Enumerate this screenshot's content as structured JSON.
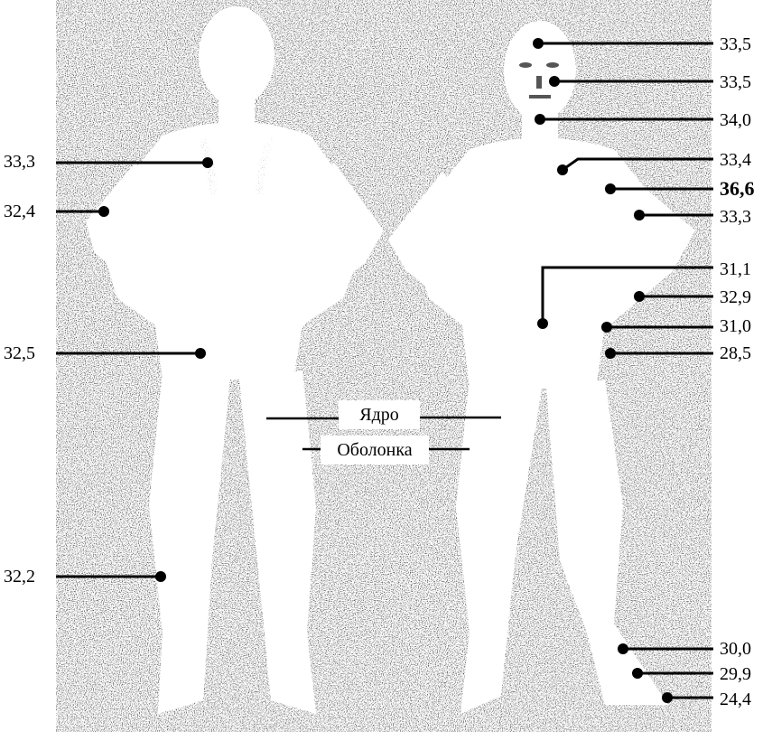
{
  "legend": {
    "core_label": "Ядро",
    "shell_label": "Оболонка"
  },
  "back_figure": {
    "points": [
      {
        "id": "back-chest",
        "value": "33,3"
      },
      {
        "id": "back-upper-arm",
        "value": "32,4"
      },
      {
        "id": "back-hip",
        "value": "32,5"
      },
      {
        "id": "back-calf",
        "value": "32,2"
      }
    ]
  },
  "front_figure": {
    "points": [
      {
        "id": "forehead",
        "value": "33,5"
      },
      {
        "id": "cheek",
        "value": "33,5"
      },
      {
        "id": "neck",
        "value": "34,0"
      },
      {
        "id": "chest",
        "value": "33,4"
      },
      {
        "id": "armpit",
        "value": "36,6",
        "emphasis": true
      },
      {
        "id": "upper-arm",
        "value": "33,3"
      },
      {
        "id": "abdomen",
        "value": "31,1"
      },
      {
        "id": "forearm",
        "value": "32,9"
      },
      {
        "id": "wrist",
        "value": "31,0"
      },
      {
        "id": "hand",
        "value": "28,5"
      },
      {
        "id": "ankle",
        "value": "30,0"
      },
      {
        "id": "foot",
        "value": "29,9"
      },
      {
        "id": "toe",
        "value": "24,4"
      }
    ]
  }
}
